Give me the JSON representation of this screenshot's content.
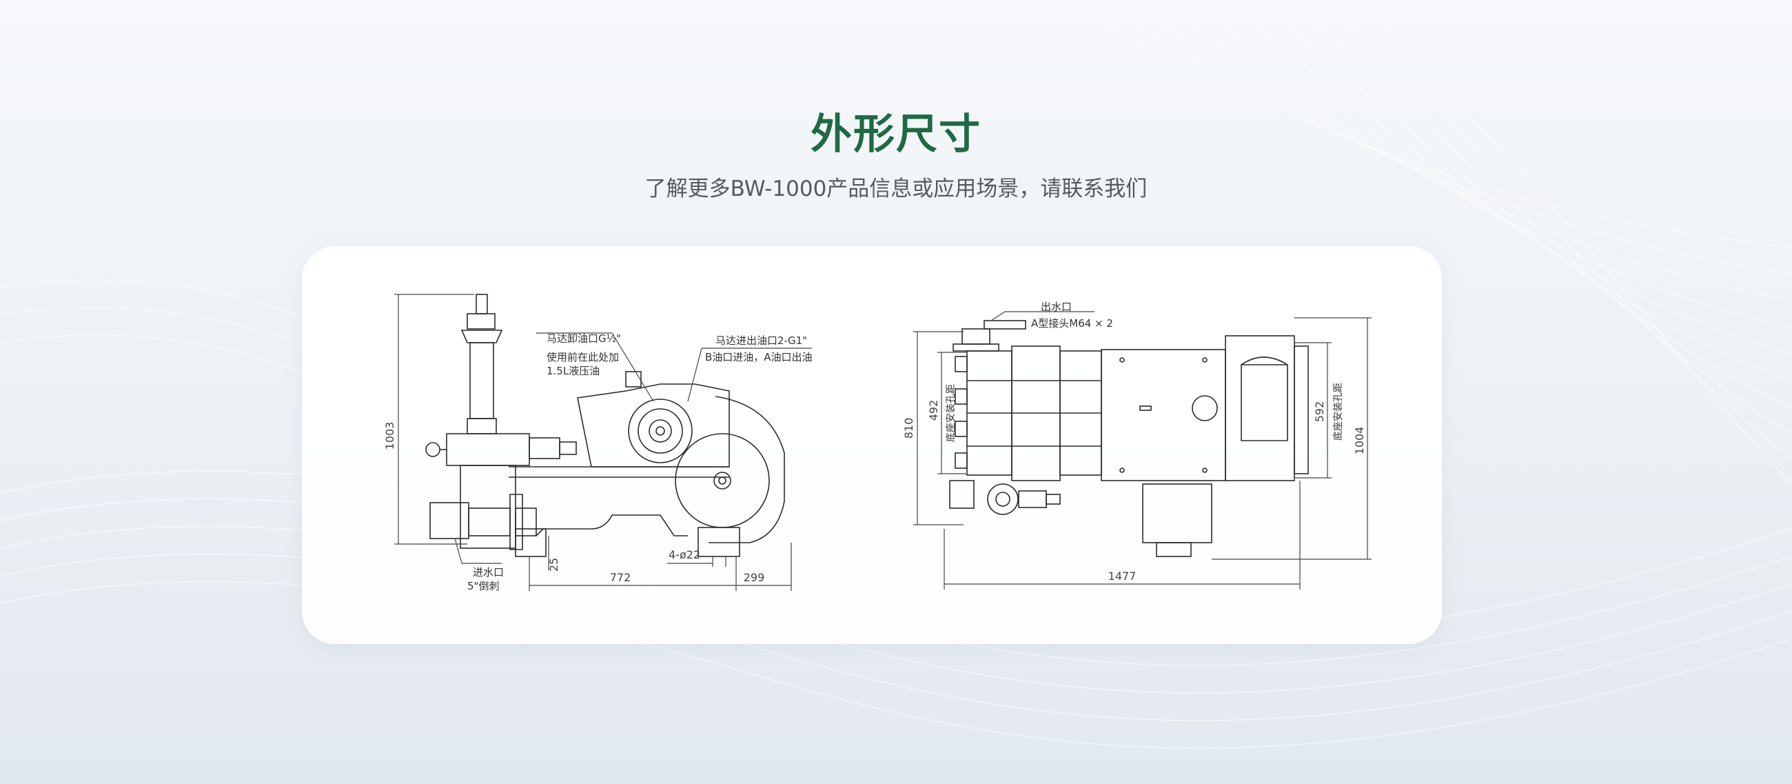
{
  "header": {
    "title": "外形尺寸",
    "subtitle": "了解更多BW-1000产品信息或应用场景，请联系我们"
  },
  "side_view": {
    "callout_motor_drain": "马达卸油口G½\"",
    "callout_note_line1": "使用前在此处加",
    "callout_note_line2": "1.5L液压油",
    "callout_motor_ports": "马达进出油口2-G1\"",
    "callout_ports_desc": "B油口进油，A油口出油",
    "callout_inlet": "进水口",
    "callout_inlet_size": "5\"倒刺",
    "dim_height": "1003",
    "dim_base": "25",
    "dim_holes": "4-ø22",
    "dim_length_a": "772",
    "dim_length_b": "299"
  },
  "top_view": {
    "callout_outlet": "出水口",
    "callout_outlet_joint": "A型接头M64 × 2",
    "dim_width_outer": "810",
    "dim_mount_left": "492",
    "mount_label_left": "底座安装孔距",
    "dim_mount_right": "592",
    "mount_label_right": "底座安装孔距",
    "dim_width_right": "1004",
    "dim_length": "1477"
  },
  "colors": {
    "title": "#1f6a45",
    "subtitle": "#555a60",
    "line": "#2b2b2b"
  }
}
